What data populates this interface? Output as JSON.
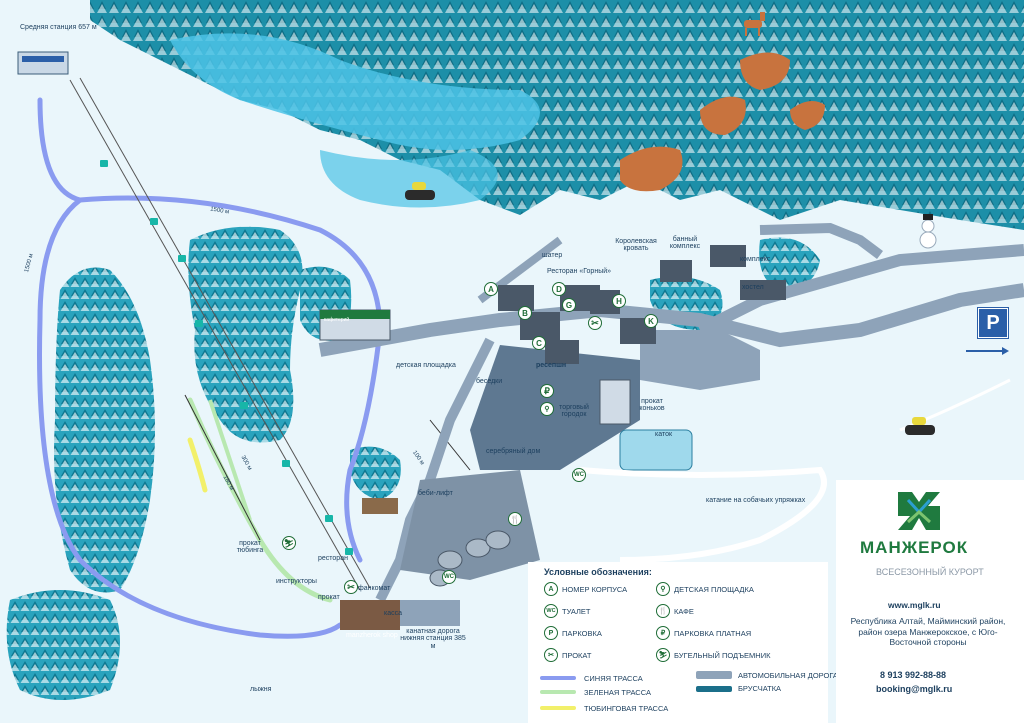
{
  "title": "Манжерок",
  "labels": {
    "mid_station": "Средняя станция 657 м",
    "trail_1500_a": "1500 м",
    "trail_1500_b": "1500 м",
    "trail_300": "300 м",
    "trail_180": "180 м",
    "trail_100": "100 м",
    "chalet_lake": "шатер",
    "restaurant": "Ресторан «Горный»",
    "korolev_hotel": "Королевская кровать",
    "bath_complex": "банный комплекс",
    "complex": "комплекс",
    "hostel": "хостел",
    "kids_area": "детская площадка",
    "gazebos": "беседки",
    "reception": "ресепшн",
    "trade_town": "торговый городок",
    "skate_rental": "прокат коньков",
    "rink": "каток",
    "silver_house": "серебряный дом",
    "baby_lift": "беби-лифт",
    "dog_sled": "катание на собачьих упряжках",
    "tubing_rental": "прокат тюбинга",
    "instructors": "инструкторы",
    "rental": "прокат",
    "sauna_cafe": "ресторан",
    "fancomat": "фанкомат",
    "cashier": "касса",
    "shop": "manzherok shop",
    "gondola_station": "канатная дорога нижняя станция 385 м",
    "ski_run": "лыжня",
    "lift_label": "кафетерий"
  },
  "markers": [
    "A",
    "B",
    "C",
    "D",
    "G",
    "H",
    "K"
  ],
  "legend": {
    "title": "Условные обозначения:",
    "items_left": [
      {
        "icon": "A",
        "label": "НОМЕР КОРПУСА"
      },
      {
        "icon": "WC",
        "label": "ТУАЛЕТ"
      },
      {
        "icon": "P",
        "label": "ПАРКОВКА"
      },
      {
        "icon": "✂",
        "label": "ПРОКАТ"
      }
    ],
    "items_right": [
      {
        "icon": "⚲",
        "label": "ДЕТСКАЯ ПЛОЩАДКА"
      },
      {
        "icon": "🍴",
        "label": "КАФЕ"
      },
      {
        "icon": "₽",
        "label": "ПАРКОВКА ПЛАТНАЯ"
      },
      {
        "icon": "⛷",
        "label": "БУГЕЛЬНЫЙ ПОДЪЕМНИК"
      }
    ],
    "lines_left": [
      {
        "label": "СИНЯЯ ТРАССА",
        "color": "#8a9bf0"
      },
      {
        "label": "ЗЕЛЕНАЯ ТРАССА",
        "color": "#b8e8b0"
      },
      {
        "label": "ТЮБИНГОВАЯ ТРАССА",
        "color": "#f2f06a"
      }
    ],
    "lines_right": [
      {
        "label": "АВТОМОБИЛЬНАЯ ДОРОГА",
        "color": "#8ea3b9"
      },
      {
        "label": "БРУСЧАТКА",
        "color": "#1b6f8a"
      }
    ]
  },
  "brand": {
    "name": "МАНЖЕРОК",
    "subtitle": "ВСЕСЕЗОННЫЙ КУРОРТ",
    "url": "www.mglk.ru",
    "address": "Республика Алтай, Майминский район, район озера Манжерокское, с Юго-Восточной стороны",
    "phone": "8 913 992-88-88",
    "email": "booking@mglk.ru"
  },
  "parking": "P",
  "colors": {
    "snow": "#eaf6fb",
    "forest": "#1d8fa8",
    "water": "#4cc3e6",
    "road": "#8ea3b9",
    "blue_trail": "#8a9bf0",
    "green_trail": "#b8e8b0",
    "tubing": "#f2f06a",
    "brand_green": "#1f7a3f"
  }
}
